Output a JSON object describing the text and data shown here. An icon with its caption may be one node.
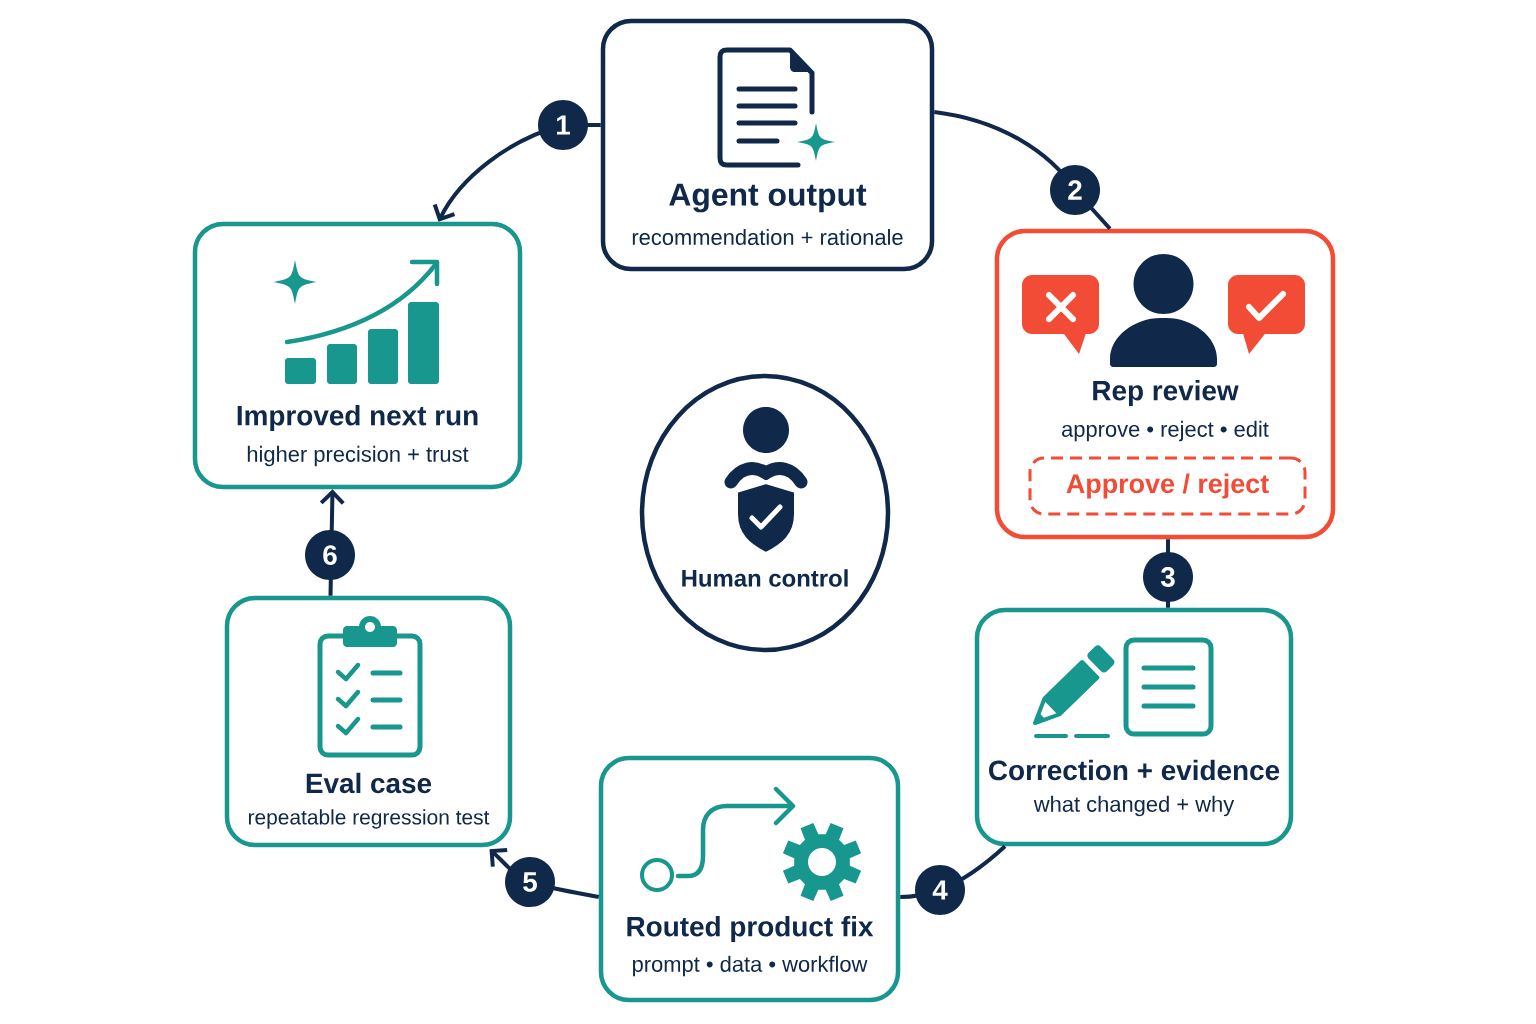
{
  "diagram": {
    "nodes": [
      {
        "text": [
          "Agent output",
          "recommendation + rationale"
        ]
      },
      {
        "text": [
          "Rep review",
          "approve • reject • edit"
        ]
      },
      {
        "text": [
          "Approve / reject"
        ],
        "in": 1
      },
      {
        "text": [
          "Correction + evidence",
          "what changed + why"
        ]
      },
      {
        "text": [
          "Routed product fix",
          "prompt • data • workflow"
        ]
      },
      {
        "text": [
          "Eval case",
          "repeatable regression test"
        ]
      },
      {
        "text": [
          "Improved next run",
          "higher precision + trust"
        ]
      },
      {
        "text": [
          "Human control"
        ]
      }
    ],
    "edges": [
      {
        "from": 0,
        "to": 6,
        "arrow": "to",
        "label": "1"
      },
      {
        "from": 0,
        "to": 1,
        "arrow": "none",
        "label": "2"
      },
      {
        "from": 1,
        "to": 3,
        "arrow": "none",
        "label": "3"
      },
      {
        "from": 3,
        "to": 4,
        "arrow": "none",
        "label": "4"
      },
      {
        "from": 4,
        "to": 5,
        "arrow": "to",
        "label": "5"
      },
      {
        "from": 5,
        "to": 6,
        "arrow": "to",
        "label": "6"
      }
    ]
  }
}
